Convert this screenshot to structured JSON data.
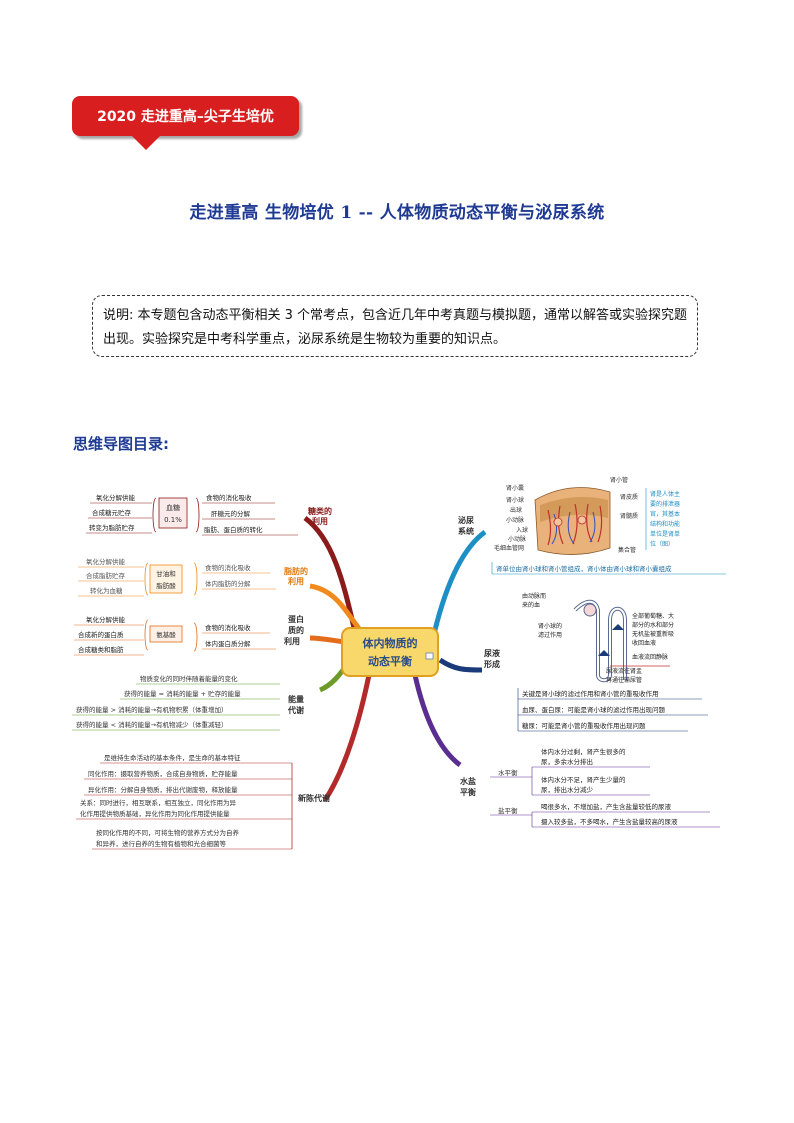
{
  "banner": "2020 走进重高–尖子生培优",
  "title": "走进重高  生物培优 1  --  人体物质动态平衡与泌尿系统",
  "note": "说明: 本专题包含动态平衡相关 3 个常考点，包含近几年中考真题与模拟题，通常以解答或实验探究题出现。实验探究是中考科学重点，泌尿系统是生物较为重要的知识点。",
  "section_title": "思维导图目录:",
  "mindmap": {
    "center": [
      "体内物质的",
      "动态平衡"
    ],
    "left": {
      "sugar": {
        "label": [
          "糖类的",
          "利用"
        ],
        "box": [
          "血糖",
          "0.1%"
        ],
        "outer": [
          "氧化分解供能",
          "合成糖元贮存",
          "转变为脂肪贮存"
        ],
        "inner": [
          "食物的消化吸收",
          "肝糖元的分解",
          "脂肪、蛋白质的转化"
        ]
      },
      "fat": {
        "label": [
          "脂肪的",
          "利用"
        ],
        "box": [
          "甘油和",
          "脂肪酸"
        ],
        "outer": [
          "氧化分解供能",
          "合成脂肪贮存",
          "转化为血糖"
        ],
        "inner": [
          "食物的消化吸收",
          "体内脂肪的分解"
        ]
      },
      "protein": {
        "label": [
          "蛋白",
          "质的",
          "利用"
        ],
        "box": [
          "氨基酸"
        ],
        "outer": [
          "氧化分解供能",
          "合成新的蛋白质",
          "合成糖类和脂肪"
        ],
        "inner": [
          "食物的消化吸收",
          "体内蛋白质分解"
        ]
      },
      "energy": {
        "label": [
          "能量",
          "代谢"
        ],
        "items": [
          "物质变化的同时伴随着能量的变化",
          "获得的能量 = 消耗的能量 + 贮存的能量",
          "获得的能量 > 消耗的能量→有机物积累（体重增加）",
          "获得的能量 < 消耗的能量→有机物减少（体重减轻）"
        ]
      },
      "metabolism": {
        "label": "新陈代谢",
        "items": [
          "是维持生命活动的基本条件，是生命的基本特征",
          "同化作用：摄取营养物质，合成自身物质，贮存能量",
          "异化作用：分解自身物质，排出代谢废物，释放能量",
          "关系：同时进行，相互联系，相互独立，同化作用为异",
          "化作用提供物质基础，异化作用为同化作用提供能量",
          "按同化作用的不同，可将生物的营养方式分为自养",
          "和异养，进行自养的生物有植物和光合细菌等"
        ]
      }
    },
    "right": {
      "urinary": {
        "label": [
          "泌尿",
          "系统"
        ],
        "left_labels": [
          "肾小囊",
          "肾小球",
          "出球",
          "小动脉",
          "入球",
          "小动脉",
          "毛细血管网"
        ],
        "right_labels": [
          "肾小管",
          "肾皮质",
          "肾髓质",
          "集合管"
        ],
        "note": [
          "肾是人体主",
          "要的排泄器",
          "官，其基本",
          "结构和功能",
          "单位是肾单",
          "位（图）"
        ],
        "summary": "肾单位由肾小球和肾小管组成，肾小体由肾小球和肾小囊组成"
      },
      "urine": {
        "label": [
          "尿液",
          "形成"
        ],
        "diagram": [
          "由动脉而",
          "来的血",
          "肾小球的",
          "滤过作用",
          "全部葡萄糖、大",
          "部分的水和部分",
          "无机盐被重新吸",
          "收回血液",
          "血液流回静脉",
          "尿液流往肾盂",
          "再通往输尿管"
        ],
        "items": [
          "关键是肾小球的滤过作用和肾小管的重吸收作用",
          "血尿、蛋白尿：可能是肾小球的滤过作用出现问题",
          "糖尿：可能是肾小管的重吸收作用出现问题"
        ]
      },
      "balance": {
        "label": [
          "水盐",
          "平衡"
        ],
        "water": "水平衡",
        "salt": "盐平衡",
        "water_items": [
          "体内水分过剩，肾产生很多的",
          "尿，多余水分排出",
          "体内水分不足，肾产生少量的",
          "尿，排出水分减少"
        ],
        "salt_items": [
          "喝很多水，不增加盐，产生含盐量较低的尿液",
          "摄入较多盐，不多喝水，产生含盐量较高的尿液"
        ]
      }
    }
  },
  "colors": {
    "banner": "#d81e1e",
    "title": "#1f3a93",
    "center_fill": "#f8d86a",
    "center_border": "#e0a020",
    "sugar": "#8b1a1a",
    "fat": "#f08a1c",
    "protein": "#e36d1a",
    "energy": "#6e9a2a",
    "metabolism": "#b32a2a",
    "urinary": "#1d8fc4",
    "urine": "#1b3a7a",
    "balance": "#5a2d91"
  }
}
